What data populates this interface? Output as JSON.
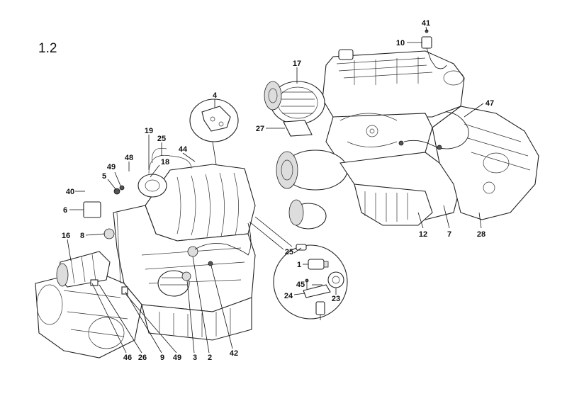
{
  "figure_number": "1.2",
  "callouts": {
    "c41": "41",
    "c10": "10",
    "c17": "17",
    "c47": "47",
    "c27": "27",
    "c12": "12",
    "c7": "7",
    "c28": "28",
    "c4": "4",
    "c19": "19",
    "c25a": "25",
    "c44": "44",
    "c48": "48",
    "c49a": "49",
    "c18": "18",
    "c5": "5",
    "c40": "40",
    "c6": "6",
    "c16": "16",
    "c8": "8",
    "c25b": "25",
    "c1": "1",
    "c45": "45",
    "c24": "24",
    "c23": "23",
    "c46": "46",
    "c26": "26",
    "c9": "9",
    "c49b": "49",
    "c3": "3",
    "c2": "2",
    "c42": "42"
  }
}
